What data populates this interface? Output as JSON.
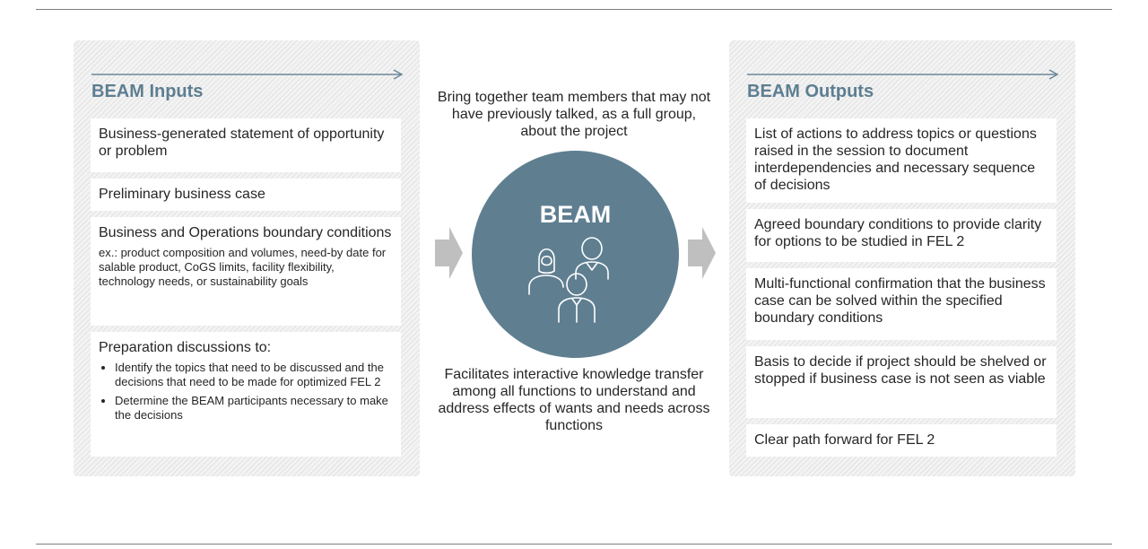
{
  "inputs": {
    "title": "BEAM Inputs",
    "cards": [
      {
        "text": "Business-generated statement of opportunity or problem"
      },
      {
        "text": "Preliminary business case"
      },
      {
        "text": "Business and Operations boundary conditions",
        "sub": "ex.: product composition and volumes, need-by date for salable product, CoGS limits, facility flexibility, technology needs, or sustainability goals"
      },
      {
        "text": "Preparation discussions to:",
        "bullets": [
          "Identify the topics that need to be discussed and the decisions that need to be made for optimized FEL 2",
          "Determine the BEAM participants necessary to make the decisions"
        ]
      }
    ]
  },
  "center": {
    "top_text": "Bring together team members that may not have previously talked, as a full group, about the project",
    "circle_label": "BEAM",
    "bottom_text": "Facilitates interactive knowledge transfer among all functions to understand and address effects of wants and needs across functions"
  },
  "outputs": {
    "title": "BEAM Outputs",
    "cards": [
      {
        "text": "List of actions to address topics or questions raised in the session to document interdependencies and necessary sequence of decisions"
      },
      {
        "text": "Agreed boundary conditions to provide clarity for options to be studied in FEL 2"
      },
      {
        "text": "Multi-functional confirmation that the business case can be solved within the specified boundary conditions"
      },
      {
        "text": "Basis to decide if project should be shelved or stopped if business case is not seen as viable"
      },
      {
        "text": "Clear path forward for FEL 2"
      }
    ]
  },
  "icons": {
    "panel_arrow": "right-arrow-icon",
    "flow_arrow": "chevron-right-icon",
    "people": "people-group-icon"
  },
  "colors": {
    "accent": "#5d7e91",
    "circle": "#5f7f91",
    "chevron": "#bfbfbf"
  }
}
